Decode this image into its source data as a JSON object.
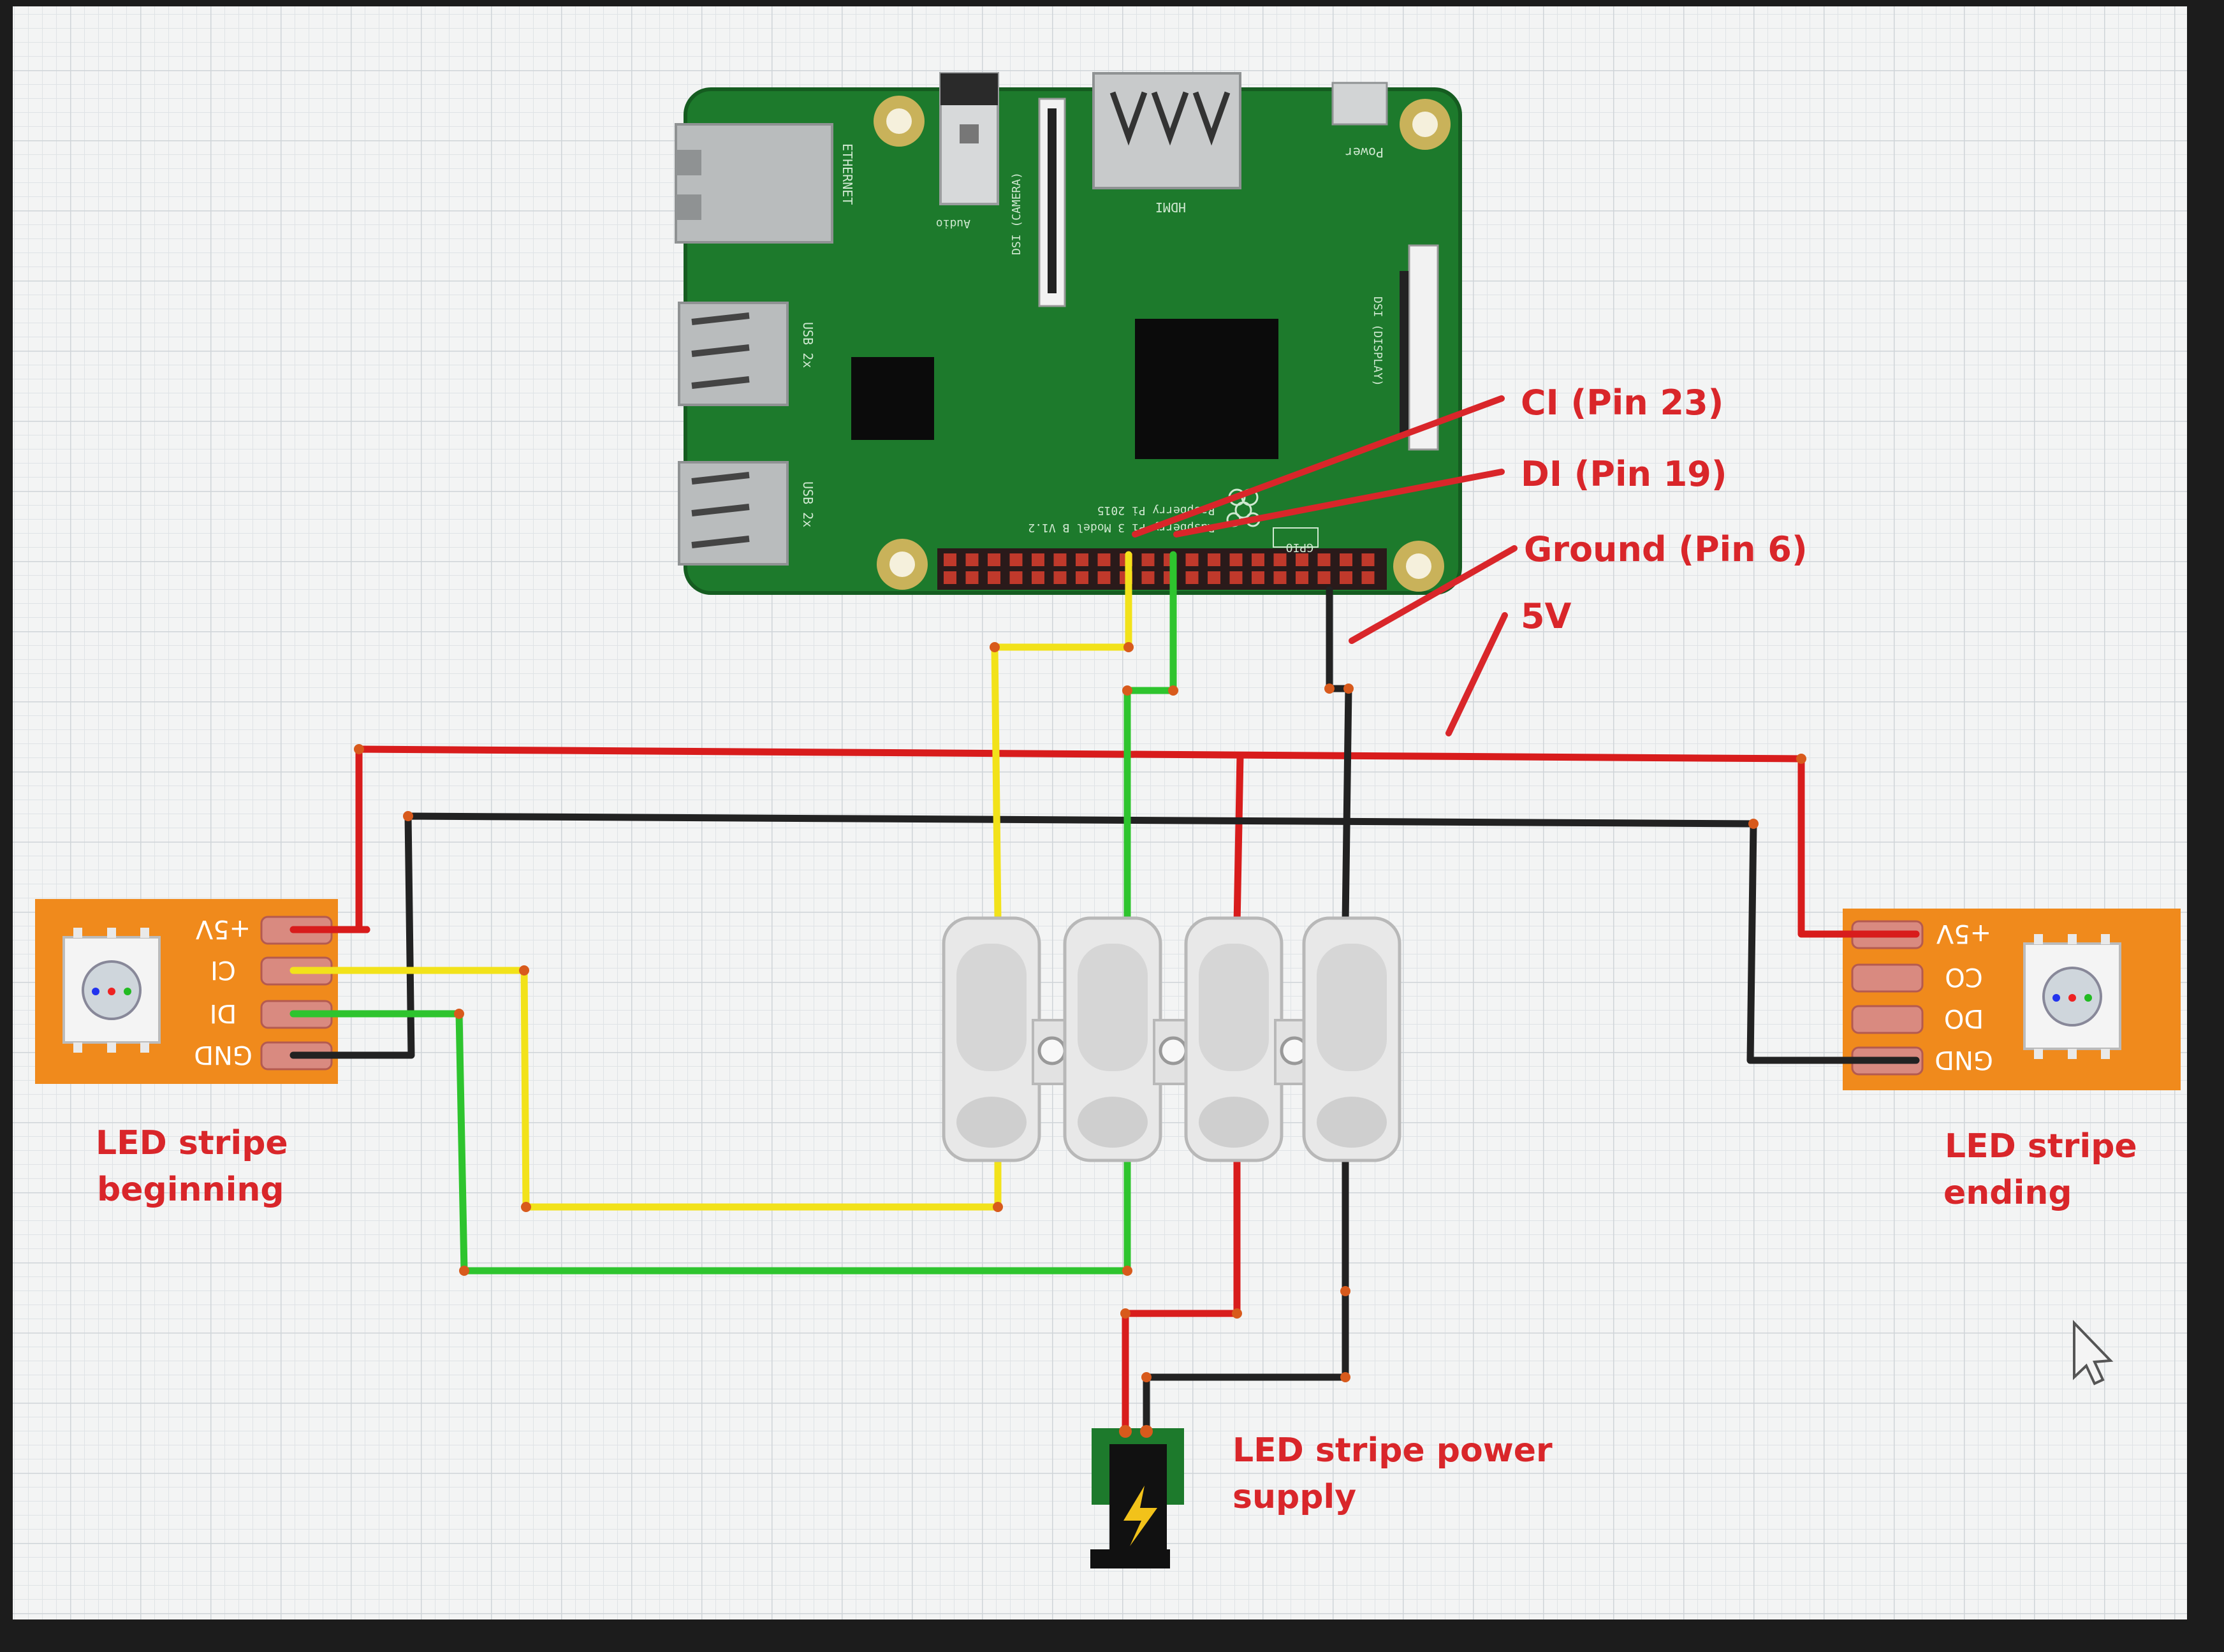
{
  "labels": {
    "ci_pin": "CI (Pin 23)",
    "di_pin": "DI (Pin 19)",
    "ground_pin": "Ground (Pin 6)",
    "five_v": "5V",
    "strip_begin_line1": "LED stripe",
    "strip_begin_line2": "beginning",
    "strip_end_line1": "LED stripe",
    "strip_end_line2": "ending",
    "psu_line1": "LED stripe power",
    "psu_line2": "supply"
  },
  "strip_begin_pads": [
    "+5V",
    "CI",
    "DI",
    "GND"
  ],
  "strip_end_pads": [
    "+5V",
    "CO",
    "DO",
    "GND"
  ],
  "board_silkscreen": {
    "ethernet": "ETHERNET",
    "audio": "Audio",
    "camera": "DSI (CAMERA)",
    "hdmi": "HDMI",
    "power": "Power",
    "display": "DSI (DISPLAY)",
    "usb1": "USB 2x",
    "usb2": "USB 2x",
    "model_line1": "Raspberry Pi 2015",
    "model_line2": "Raspberry Pi 3 Model B V1.2",
    "gpio": "GPIO"
  },
  "colors": {
    "board": "#1d7a2c",
    "strip": "#f08a1c",
    "wire_red": "#d81c1c",
    "wire_black": "#222222",
    "wire_yellow": "#f2e21a",
    "wire_green": "#2ec42e",
    "label_red": "#d9262a"
  },
  "icons": {
    "cursor": "mouse-pointer-icon",
    "power_jack": "lightning-bolt-icon"
  }
}
